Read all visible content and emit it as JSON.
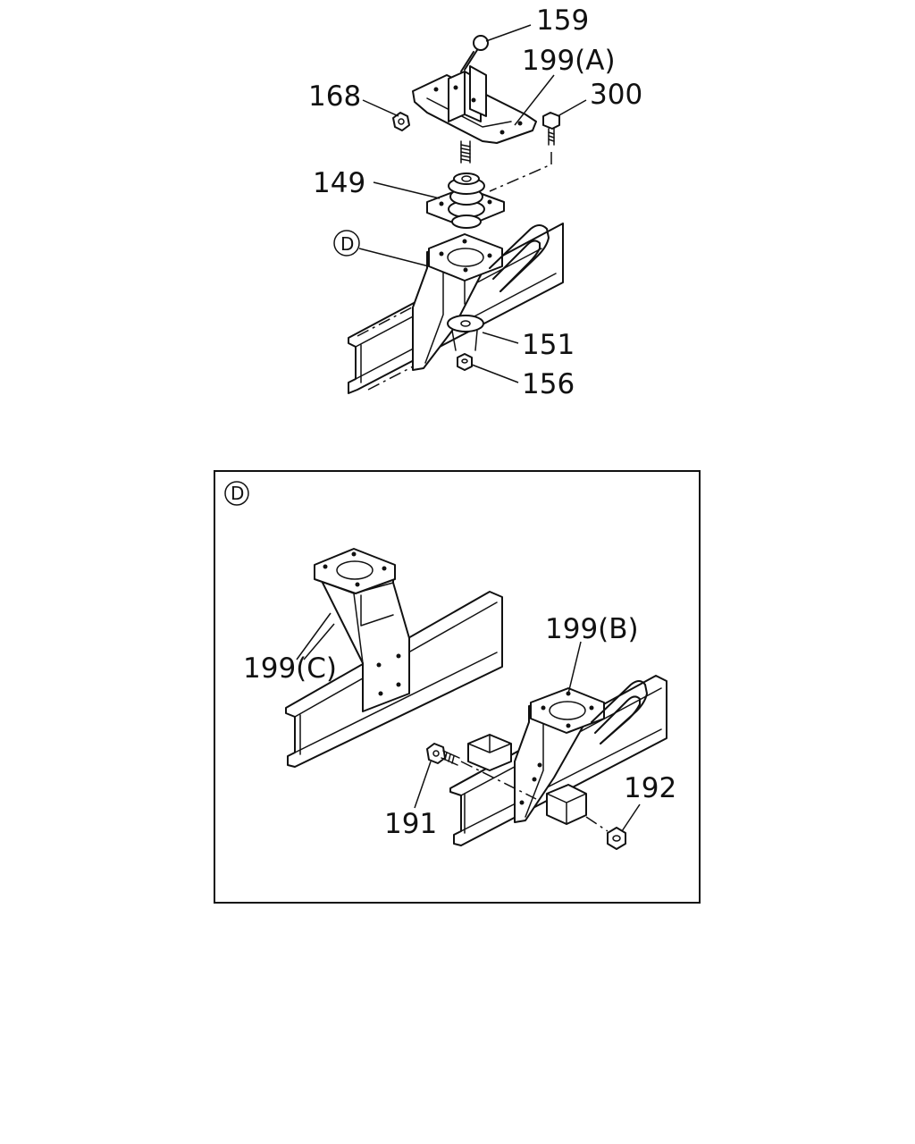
{
  "upper_view": {
    "labels": {
      "p159": "159",
      "p199a": "199(A)",
      "p168": "168",
      "p300": "300",
      "p149": "149",
      "detail_ref": "D",
      "p151": "151",
      "p156": "156"
    }
  },
  "detail_view": {
    "title": "D",
    "labels": {
      "p199c": "199(C)",
      "p199b": "199(B)",
      "p191": "191",
      "p192": "192"
    }
  }
}
